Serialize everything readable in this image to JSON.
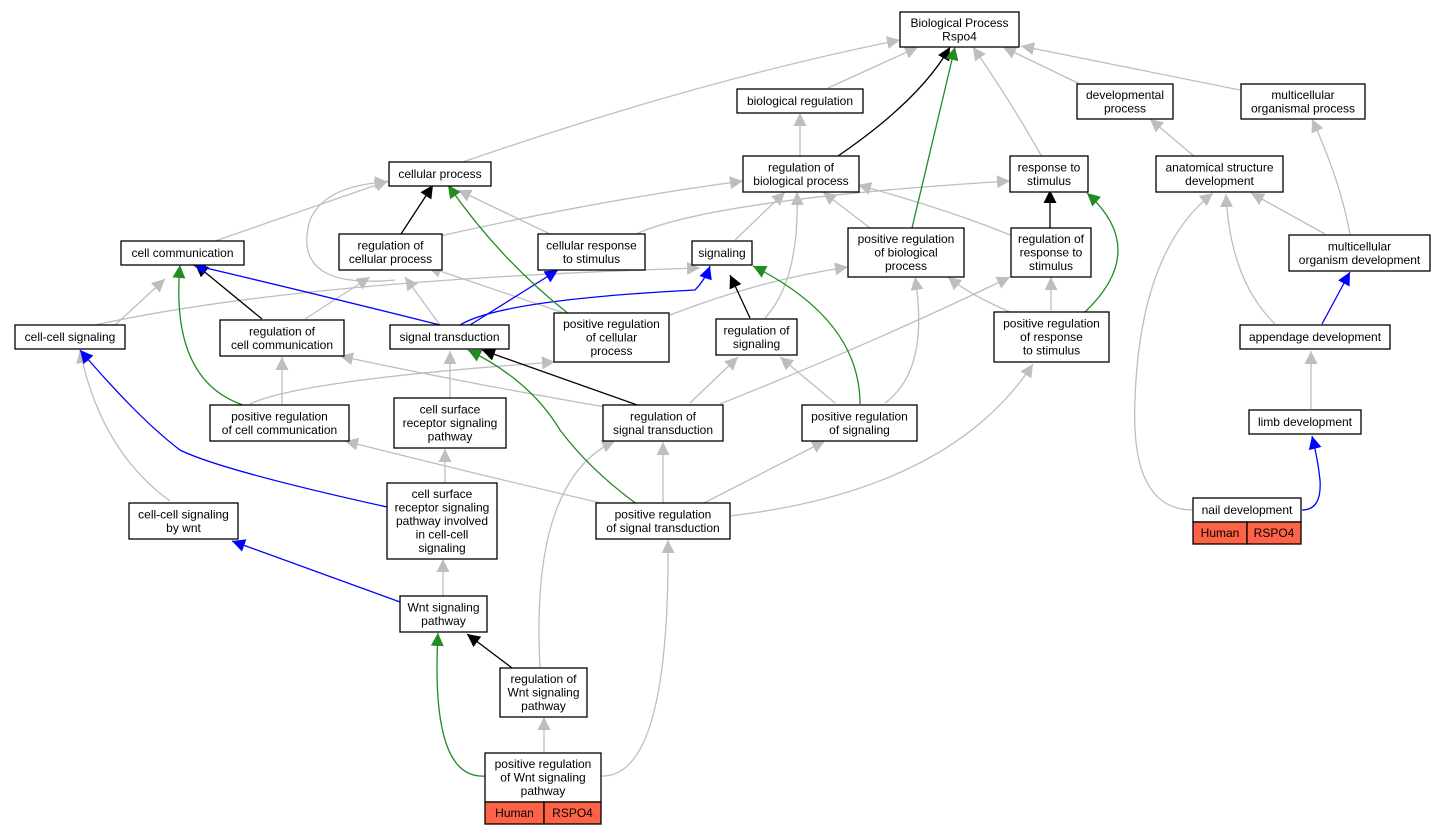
{
  "colors": {
    "is_a": "#bebebe",
    "part_of": "#000000",
    "regulates": "#000000",
    "negatively_regulates": "#0000ff",
    "positively_regulates": "#228b22",
    "annotation_fill": "#ff6347"
  },
  "nodes": {
    "root": {
      "lines": [
        "Biological Process",
        "Rspo4"
      ]
    },
    "bio_reg": {
      "lines": [
        "biological regulation"
      ]
    },
    "dev_proc": {
      "lines": [
        "developmental",
        "process"
      ]
    },
    "multi_org": {
      "lines": [
        "multicellular",
        "organismal process"
      ]
    },
    "cell_proc": {
      "lines": [
        "cellular process"
      ]
    },
    "reg_bio": {
      "lines": [
        "regulation of",
        "biological process"
      ]
    },
    "resp_stim": {
      "lines": [
        "response to",
        "stimulus"
      ]
    },
    "anat_dev": {
      "lines": [
        "anatomical structure",
        "development"
      ]
    },
    "cell_comm": {
      "lines": [
        "cell communication"
      ]
    },
    "reg_cell_proc": {
      "lines": [
        "regulation of",
        "cellular process"
      ]
    },
    "cell_resp": {
      "lines": [
        "cellular response",
        "to stimulus"
      ]
    },
    "signaling": {
      "lines": [
        "signaling"
      ]
    },
    "pos_reg_bio": {
      "lines": [
        "positive regulation",
        "of biological",
        "process"
      ]
    },
    "reg_resp": {
      "lines": [
        "regulation of",
        "response to",
        "stimulus"
      ]
    },
    "multi_dev": {
      "lines": [
        "multicellular",
        "organism development"
      ]
    },
    "cc_sig": {
      "lines": [
        "cell-cell signaling"
      ]
    },
    "reg_cell_comm": {
      "lines": [
        "regulation of",
        "cell communication"
      ]
    },
    "sig_trans": {
      "lines": [
        "signal transduction"
      ]
    },
    "pos_reg_cell_proc": {
      "lines": [
        "positive regulation",
        "of cellular",
        "process"
      ]
    },
    "reg_sig": {
      "lines": [
        "regulation of",
        "signaling"
      ]
    },
    "pos_reg_resp": {
      "lines": [
        "positive regulation",
        "of response",
        "to stimulus"
      ]
    },
    "app_dev": {
      "lines": [
        "appendage development"
      ]
    },
    "pos_reg_cell_comm": {
      "lines": [
        "positive regulation",
        "of cell communication"
      ]
    },
    "csr_sig": {
      "lines": [
        "cell surface",
        "receptor signaling",
        "pathway"
      ]
    },
    "reg_sig_trans": {
      "lines": [
        "regulation of",
        "signal transduction"
      ]
    },
    "pos_reg_sig": {
      "lines": [
        "positive regulation",
        "of signaling"
      ]
    },
    "limb_dev": {
      "lines": [
        "limb development"
      ]
    },
    "cc_wnt": {
      "lines": [
        "cell-cell signaling",
        "by wnt"
      ]
    },
    "csr_cc": {
      "lines": [
        "cell surface",
        "receptor signaling",
        "pathway involved",
        "in cell-cell",
        "signaling"
      ]
    },
    "pos_reg_sig_trans": {
      "lines": [
        "positive regulation",
        "of signal transduction"
      ]
    },
    "nail_dev": {
      "lines": [
        "nail development"
      ],
      "annotations": [
        "Human",
        "RSPO4"
      ]
    },
    "wnt": {
      "lines": [
        "Wnt signaling",
        "pathway"
      ]
    },
    "reg_wnt": {
      "lines": [
        "regulation of",
        "Wnt signaling",
        "pathway"
      ]
    },
    "pos_reg_wnt": {
      "lines": [
        "positive regulation",
        "of Wnt signaling",
        "pathway"
      ],
      "annotations": [
        "Human",
        "RSPO4"
      ]
    }
  }
}
